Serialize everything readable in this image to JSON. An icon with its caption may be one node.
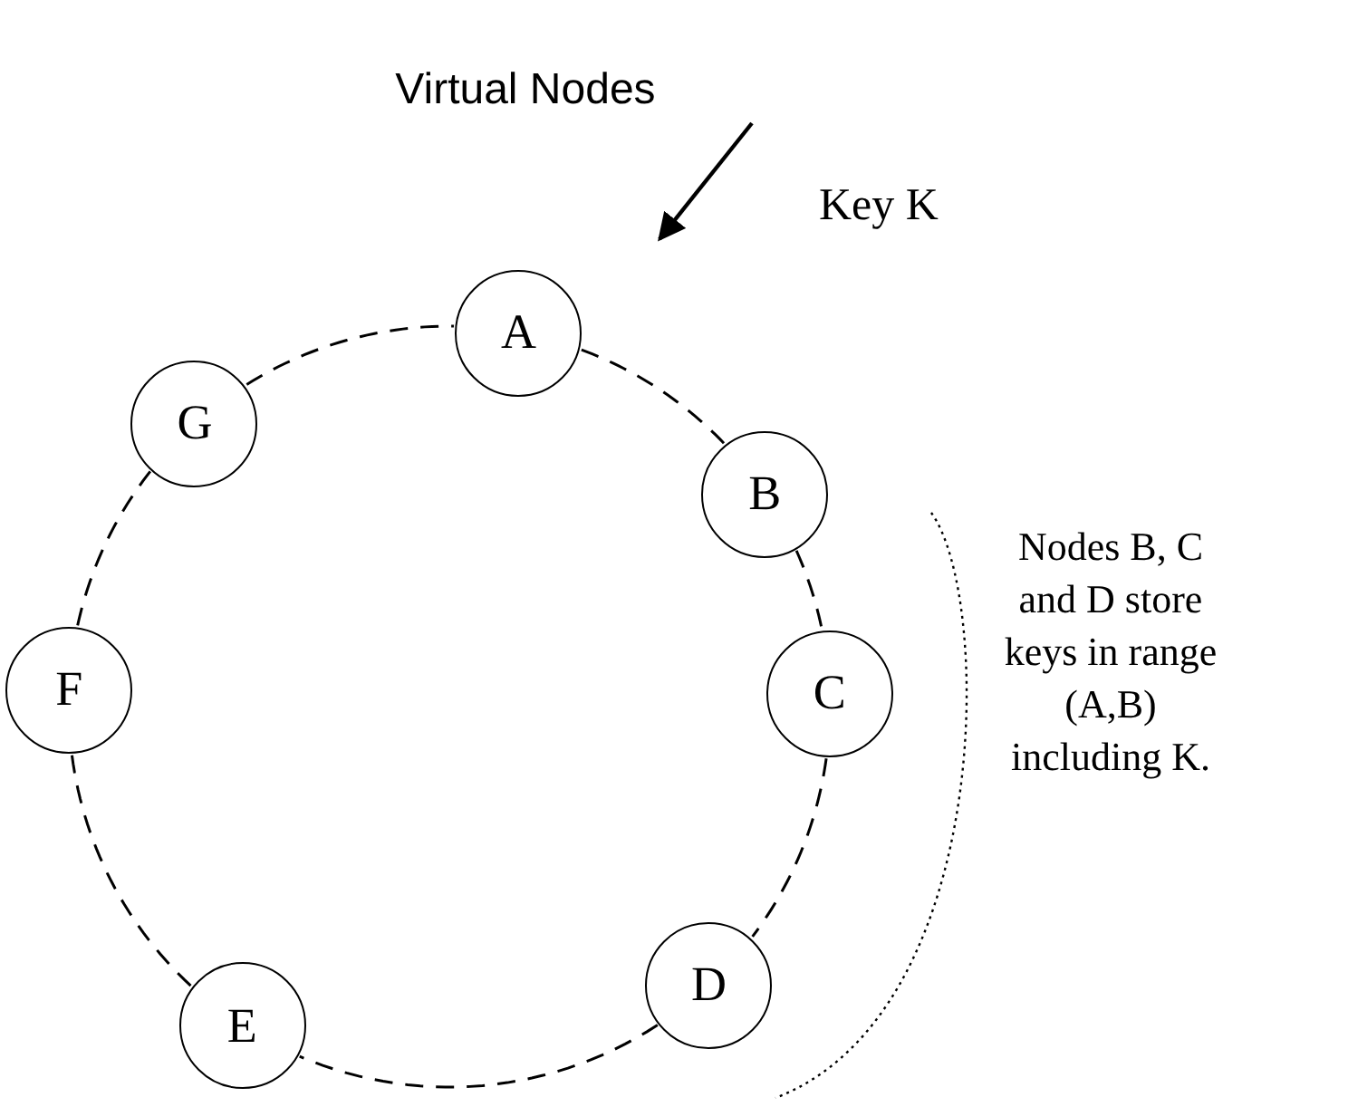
{
  "diagram": {
    "title": "Virtual Nodes",
    "nodes": [
      {
        "text": [
          "A"
        ]
      },
      {
        "text": [
          "B"
        ]
      },
      {
        "text": [
          "C"
        ]
      },
      {
        "text": [
          "D"
        ]
      },
      {
        "text": [
          "E"
        ]
      },
      {
        "text": [
          "F"
        ]
      },
      {
        "text": [
          "G"
        ]
      }
    ],
    "edges": [
      {
        "from": 0,
        "to": 1,
        "arrow": "none",
        "style": "dashed"
      },
      {
        "from": 1,
        "to": 2,
        "arrow": "none",
        "style": "dashed"
      },
      {
        "from": 2,
        "to": 3,
        "arrow": "none",
        "style": "dashed"
      },
      {
        "from": 3,
        "to": 4,
        "arrow": "none",
        "style": "dashed"
      },
      {
        "from": 4,
        "to": 5,
        "arrow": "none",
        "style": "dashed"
      },
      {
        "from": 5,
        "to": 6,
        "arrow": "none",
        "style": "dashed"
      },
      {
        "from": 6,
        "to": 0,
        "arrow": "none",
        "style": "dashed"
      }
    ],
    "labels": [
      "Key K",
      "Nodes B, C and D store keys in range (A,B) including K."
    ]
  }
}
